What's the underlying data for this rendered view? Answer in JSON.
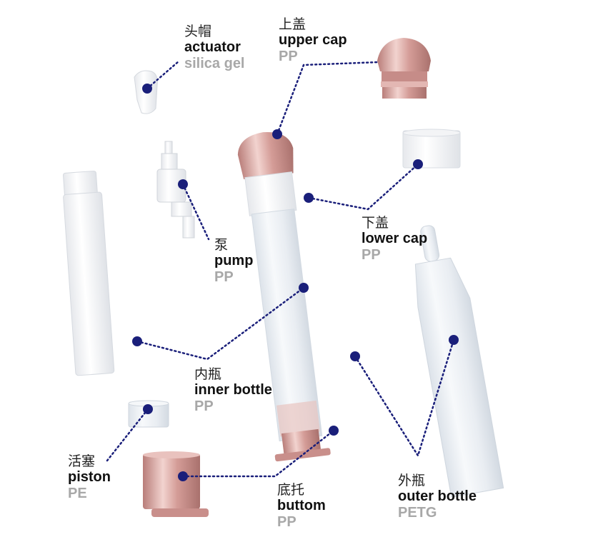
{
  "diagram": {
    "colors": {
      "dot": "#1a1f7a",
      "rose": "#d9a7a3",
      "rose_dark": "#b77c78",
      "clear": "#eef2f6",
      "white_part": "#ffffff",
      "material_text": "#a8a8a8"
    },
    "labels": {
      "actuator": {
        "cn": "头帽",
        "en": "actuator",
        "material": "silica gel"
      },
      "upper_cap": {
        "cn": "上盖",
        "en": "upper cap",
        "material": "PP"
      },
      "pump": {
        "cn": "泵",
        "en": "pump",
        "material": "PP"
      },
      "lower_cap": {
        "cn": "下盖",
        "en": "lower cap",
        "material": "PP"
      },
      "inner_bottle": {
        "cn": "内瓶",
        "en": "inner bottle",
        "material": "PP"
      },
      "piston": {
        "cn": "活塞",
        "en": "piston",
        "material": "PE"
      },
      "buttom": {
        "cn": "底托",
        "en": "buttom",
        "material": "PP"
      },
      "outer_bottle": {
        "cn": "外瓶",
        "en": "outer bottle",
        "material": "PETG"
      }
    }
  }
}
